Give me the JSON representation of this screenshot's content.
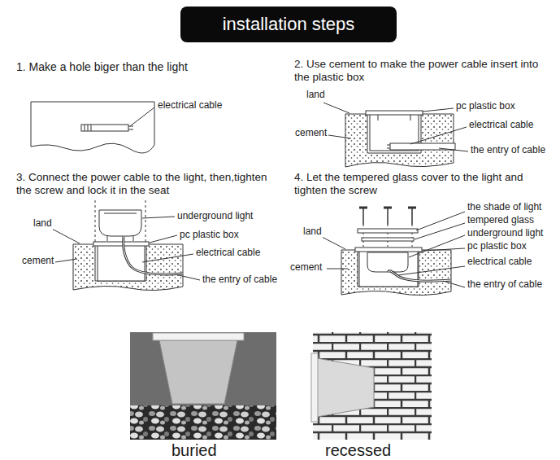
{
  "diagram": {
    "title": "installation steps",
    "labels": [
      "1. Make a hole biger than the light",
      "electrical cable",
      "2. Use cement to make the power cable insert into the plastic box",
      "land",
      "pc plastic box",
      "cement",
      "electrical cable",
      "the entry of cable",
      "3. Connect the power cable to the light, then,tighten the screw and lock it in the seat",
      "underground  light",
      "land",
      "pc plastic box",
      "cement",
      "electrical cable",
      "the entry of cable",
      "4. Let the tempered glass cover to the light and tighten the screw",
      "the shade of light",
      "tempered glass",
      "underground  light",
      "land",
      "pc plastic box",
      "cement",
      "electrical cable",
      "the entry of cable",
      "buried",
      "recessed"
    ]
  }
}
